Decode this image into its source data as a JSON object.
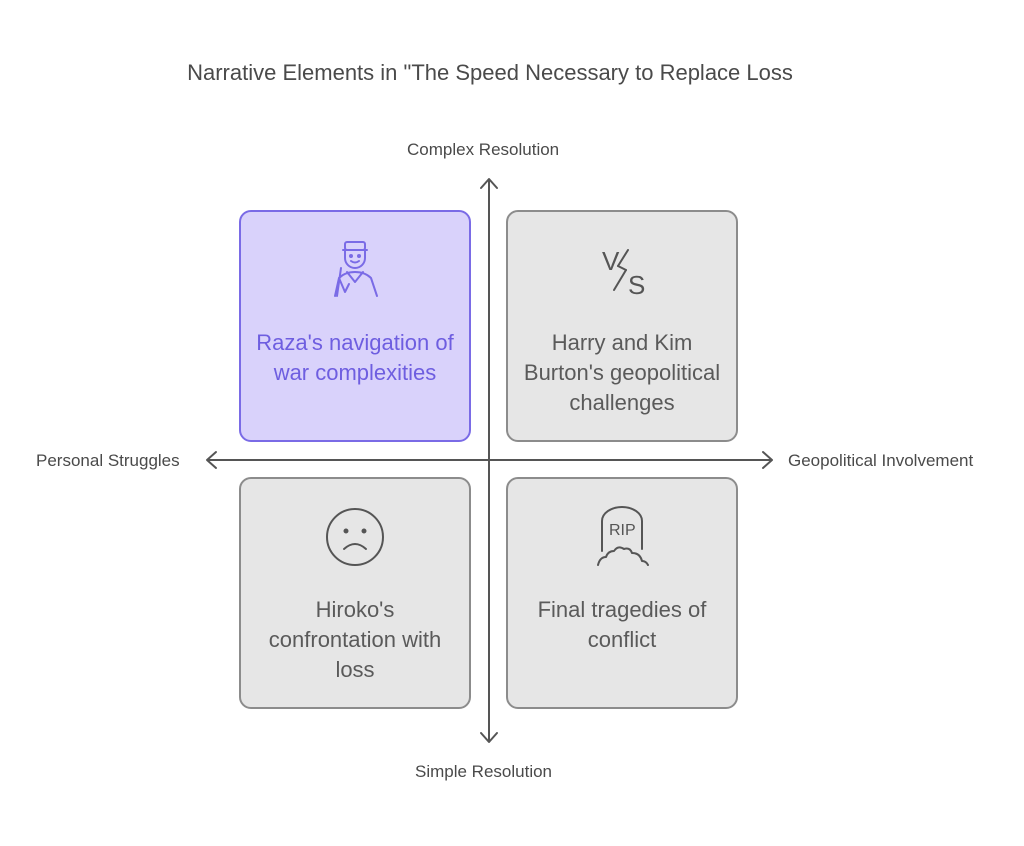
{
  "title": "Narrative Elements in \"The Speed Necessary to Replace Loss",
  "axes": {
    "top": "Complex Resolution",
    "bottom": "Simple Resolution",
    "left": "Personal Struggles",
    "right": "Geopolitical Involvement"
  },
  "quadrants": {
    "top_left": {
      "text": "Raza's navigation of war complexities",
      "icon": "soldier-icon"
    },
    "top_right": {
      "text": "Harry and Kim Burton's geopolitical challenges",
      "icon": "versus-icon"
    },
    "bottom_left": {
      "text": "Hiroko's confrontation with loss",
      "icon": "sad-face-icon"
    },
    "bottom_right": {
      "text": "Final tragedies of conflict",
      "icon": "tombstone-rip-icon"
    }
  },
  "icon_text": {
    "versus_v": "V",
    "versus_s": "S",
    "rip": "RIP"
  },
  "colors": {
    "highlight_fill": "#d9d2fb",
    "highlight_stroke": "#7a6be6",
    "box_fill": "#e6e6e6",
    "box_stroke": "#8c8c8c"
  }
}
